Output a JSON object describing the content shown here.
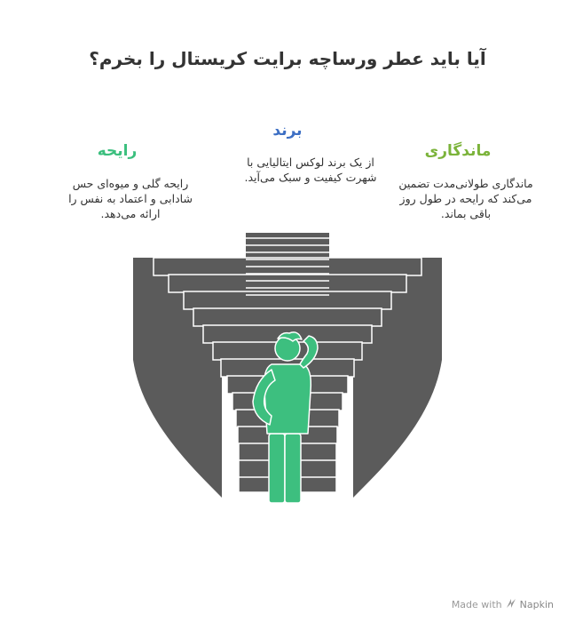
{
  "title": "آیا باید عطر ورساچه برایت کریستال را بخرم؟",
  "sections": {
    "brand": {
      "heading": "برند",
      "text": "از یک برند لوکس ایتالیایی با شهرت کیفیت و سبک می‌آید.",
      "color": "#3d6fc4"
    },
    "scent": {
      "heading": "رایحه",
      "text": "رایحه گلی و میوه‌ای حس شادابی و اعتماد به نفس را ارائه می‌دهد.",
      "color": "#3bbf7e"
    },
    "longevity": {
      "heading": "ماندگاری",
      "text": "ماندگاری طولانی‌مدت تضمین می‌کند که رایحه در طول روز باقی بماند.",
      "color": "#7bb33a"
    }
  },
  "footer": {
    "made_with": "Made with",
    "brand": "Napkin"
  },
  "colors": {
    "stairs": "#5b5b5b",
    "stair_edge": "#ffffff",
    "person": "#3dbf7f"
  }
}
